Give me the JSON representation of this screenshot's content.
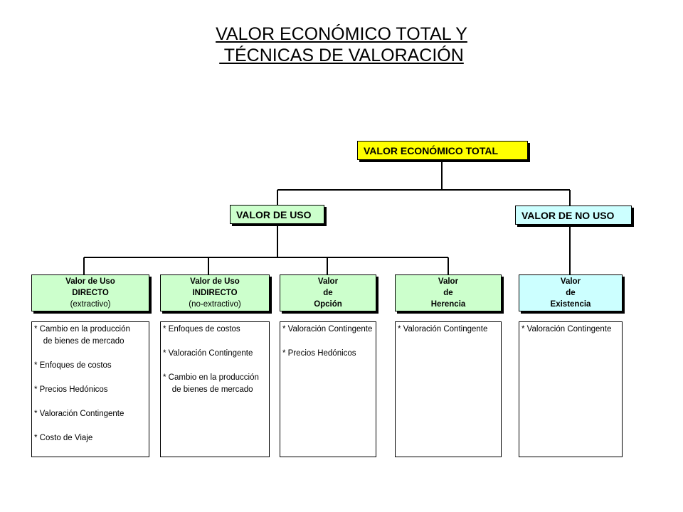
{
  "title": {
    "line1": "VALOR ECONÓMICO TOTAL Y",
    "line2": " TÉCNICAS DE VALORACIÓN"
  },
  "colors": {
    "yellow": "#ffff00",
    "green": "#ccffcc",
    "cyan": "#ccffff",
    "line": "#000000"
  },
  "nodes": {
    "total": "VALOR ECONÓMICO TOTAL",
    "uso": "VALOR DE USO",
    "no_uso": "VALOR DE NO USO"
  },
  "categories": [
    {
      "l1": "Valor de Uso",
      "l2": "DIRECTO",
      "l3": "(extractivo)",
      "items": [
        "* Cambio en la producción\n    de bienes de mercado",
        "* Enfoques de costos",
        "* Precios Hedónicos",
        "* Valoración Contingente",
        "* Costo de Viaje"
      ]
    },
    {
      "l1": "Valor de Uso",
      "l2": "INDIRECTO",
      "l3": "(no-extractivo)",
      "items": [
        "* Enfoques de costos",
        "* Valoración Contingente",
        "* Cambio en la producción\n    de bienes de mercado"
      ]
    },
    {
      "l1": "Valor",
      "l2": "de",
      "l3": "Opción",
      "items": [
        "* Valoración Contingente",
        "* Precios Hedónicos"
      ]
    },
    {
      "l1": "Valor",
      "l2": "de",
      "l3": "Herencia",
      "items": [
        "* Valoración Contingente"
      ]
    },
    {
      "l1": "Valor",
      "l2": "de",
      "l3": "Existencia",
      "items": [
        "* Valoración Contingente"
      ]
    }
  ]
}
